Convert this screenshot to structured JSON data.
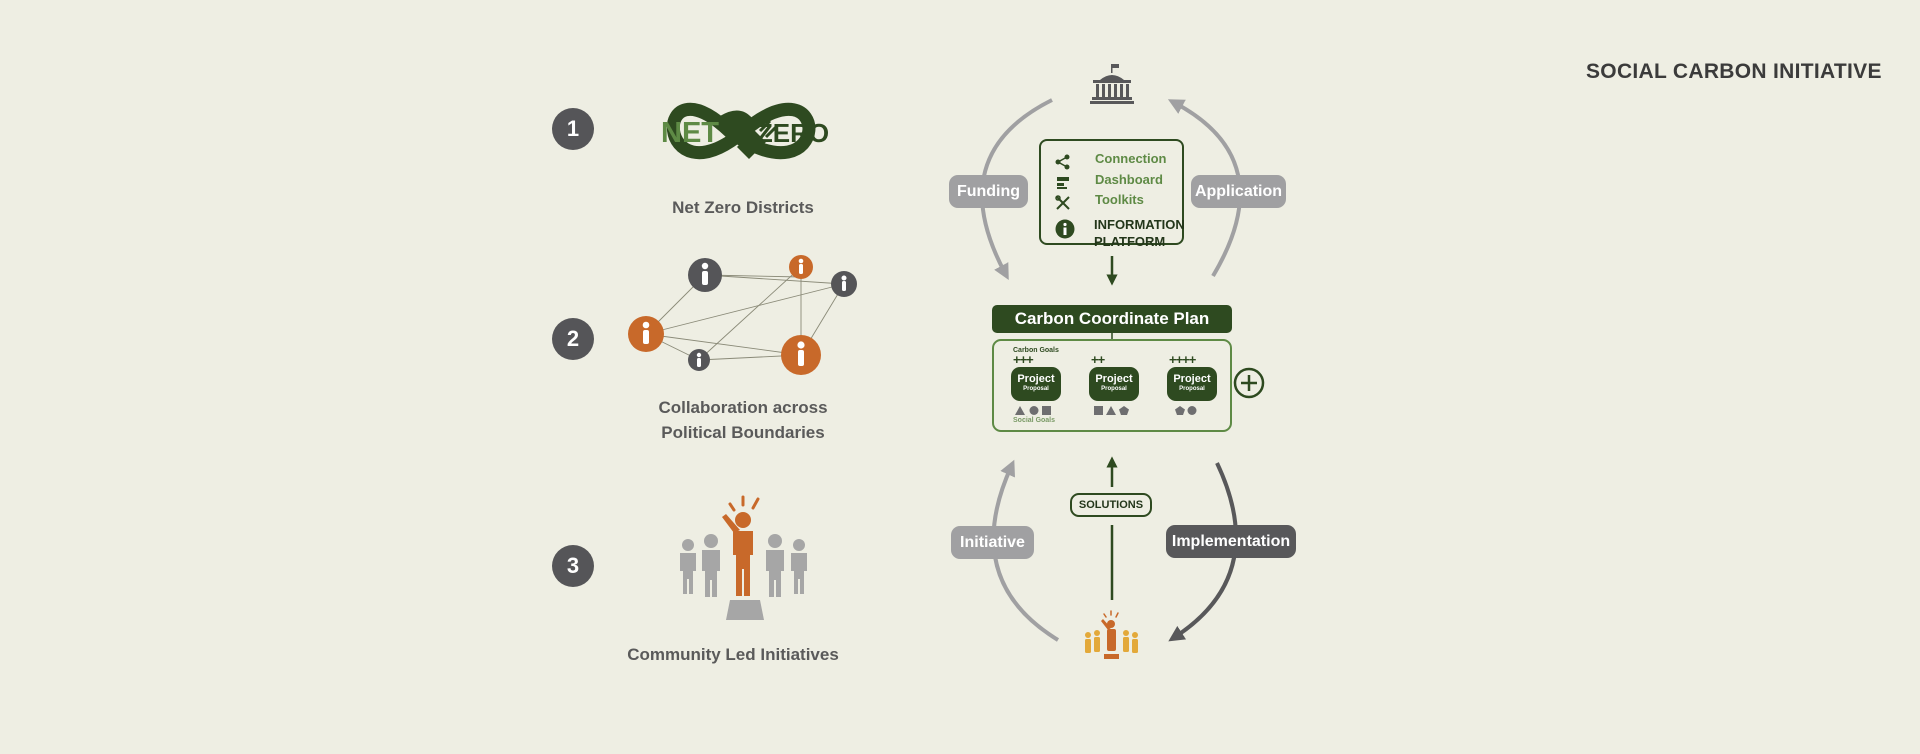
{
  "title": "SOCIAL CARBON INITIATIVE",
  "items": [
    {
      "number": "1",
      "caption": "Net Zero Districts"
    },
    {
      "number": "2",
      "caption_lines": [
        "Collaboration across",
        "Political Boundaries"
      ]
    },
    {
      "number": "3",
      "caption": "Community Led Initiatives"
    }
  ],
  "net_zero_logo": {
    "left_text": "NET",
    "right_text": "ZERO"
  },
  "cycle": {
    "funding": "Funding",
    "application": "Application",
    "initiative": "Initiative",
    "implementation": "Implementation",
    "solutions": "SOLUTIONS"
  },
  "platform": {
    "items": [
      {
        "icon": "share-icon",
        "label": "Connection"
      },
      {
        "icon": "dashboard-icon",
        "label": "Dashboard"
      },
      {
        "icon": "tools-icon",
        "label": "Toolkits"
      }
    ],
    "info_icon": "info-icon",
    "label_lines": [
      "INFORMATION",
      "PLATFORM"
    ]
  },
  "plan": {
    "header": "Carbon Coordinate Plan",
    "carbon_goals_label": "Carbon Goals",
    "social_goals_label": "Social Goals",
    "projects": [
      {
        "marks": "+++",
        "title": "Project",
        "subtitle": "Proposal",
        "shapes": [
          "triangle",
          "circle",
          "square"
        ]
      },
      {
        "marks": "++",
        "title": "Project",
        "subtitle": "Proposal",
        "shapes": [
          "square",
          "triangle",
          "pentagon"
        ]
      },
      {
        "marks": "++++",
        "title": "Project",
        "subtitle": "Proposal",
        "shapes": [
          "pentagon",
          "circle"
        ]
      }
    ],
    "add_icon": "plus-circle-icon"
  },
  "colors": {
    "background": "#eeeee3",
    "dark_green": "#2e4a20",
    "mid_green": "#5e8a45",
    "orange": "#c8692a",
    "dark_grey": "#555558",
    "light_grey": "#a0a0a2",
    "gold": "#e3a93a"
  }
}
